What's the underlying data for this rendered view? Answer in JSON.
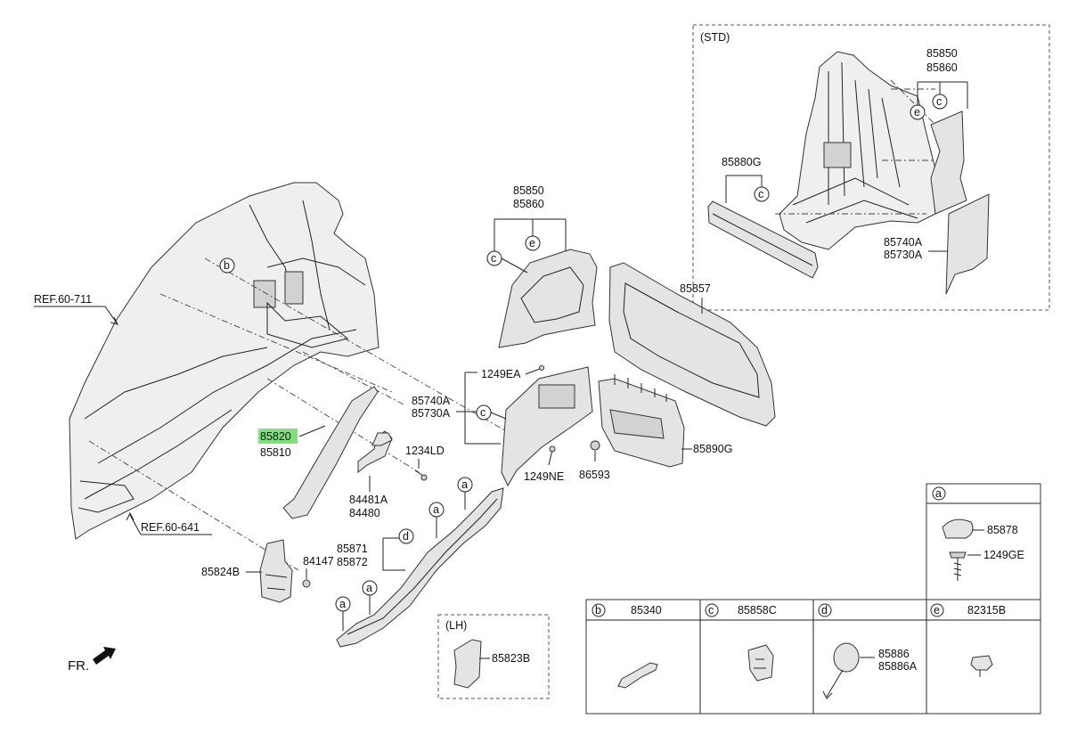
{
  "std_box": {
    "title": "(STD)"
  },
  "lh_box": {
    "title": "(LH)"
  },
  "fr": {
    "label": "FR."
  },
  "refs": {
    "ref_711": "REF.60-711",
    "ref_641": "REF.60-641"
  },
  "callouts": {
    "a": "a",
    "b": "b",
    "c": "c",
    "d": "d",
    "e": "e"
  },
  "labels": {
    "std_85850": "85850",
    "std_85860": "85860",
    "std_85880g": "85880G",
    "std_85740a": "85740A",
    "std_85730a": "85730A",
    "p85850": "85850",
    "p85860": "85860",
    "p85857": "85857",
    "p1249ea": "1249EA",
    "p85740a": "85740A",
    "p85730a": "85730A",
    "p85890g": "85890G",
    "p1249ne": "1249NE",
    "p86593": "86593",
    "p85820": "85820",
    "p85810": "85810",
    "p1234ld": "1234LD",
    "p84481a": "84481A",
    "p84480": "84480",
    "p85871": "85871",
    "p85872": "85872",
    "p85824b": "85824B",
    "p84147": "84147",
    "p85823b": "85823B"
  },
  "legend": {
    "a_letter": "a",
    "a_part1": "85878",
    "a_part2": "1249GE",
    "columns": [
      {
        "letter": "b",
        "part": "85340"
      },
      {
        "letter": "c",
        "part": "85858C"
      },
      {
        "letter": "d",
        "part": "85886",
        "part2": "85886A"
      },
      {
        "letter": "e",
        "part": "82315B"
      }
    ]
  },
  "colors": {
    "highlight": "#7ee07e",
    "line": "#222222",
    "part_fill": "#e4e4e4"
  }
}
